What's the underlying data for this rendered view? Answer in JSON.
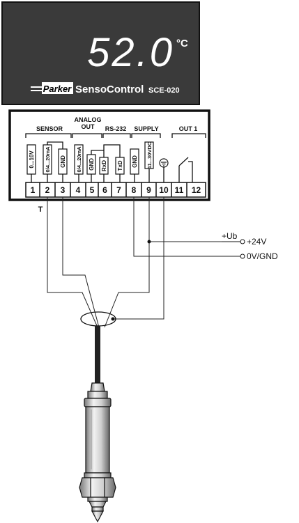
{
  "display": {
    "value": "52.0",
    "unit": "°C",
    "brand": "Parker",
    "product": "SensoControl",
    "model": "SCE-020"
  },
  "groups": {
    "sensor": "SENSOR",
    "analog_line1": "ANALOG",
    "analog_line2": "OUT",
    "rs232": "RS-232",
    "supply": "SUPPLY",
    "out1": "OUT 1"
  },
  "terminal_labels": {
    "t1": "0...10V",
    "t2": "0/4...20mA",
    "t3": "GND",
    "t4": "0/4...20mA",
    "t5": "GND",
    "t6": "RxD",
    "t7": "TxD",
    "t8": "GND",
    "t9": "11...30VDC"
  },
  "terminals": [
    "1",
    "2",
    "3",
    "4",
    "5",
    "6",
    "7",
    "8",
    "9",
    "10",
    "11",
    "12"
  ],
  "sensor_marker": "T",
  "supply": {
    "ub_label": "+Ub",
    "plus": "+24V",
    "ground": "0V/GND"
  },
  "colors": {
    "display_bg": "#3a3a3a",
    "digit": "#ffffff",
    "line": "#1a1a1a"
  }
}
